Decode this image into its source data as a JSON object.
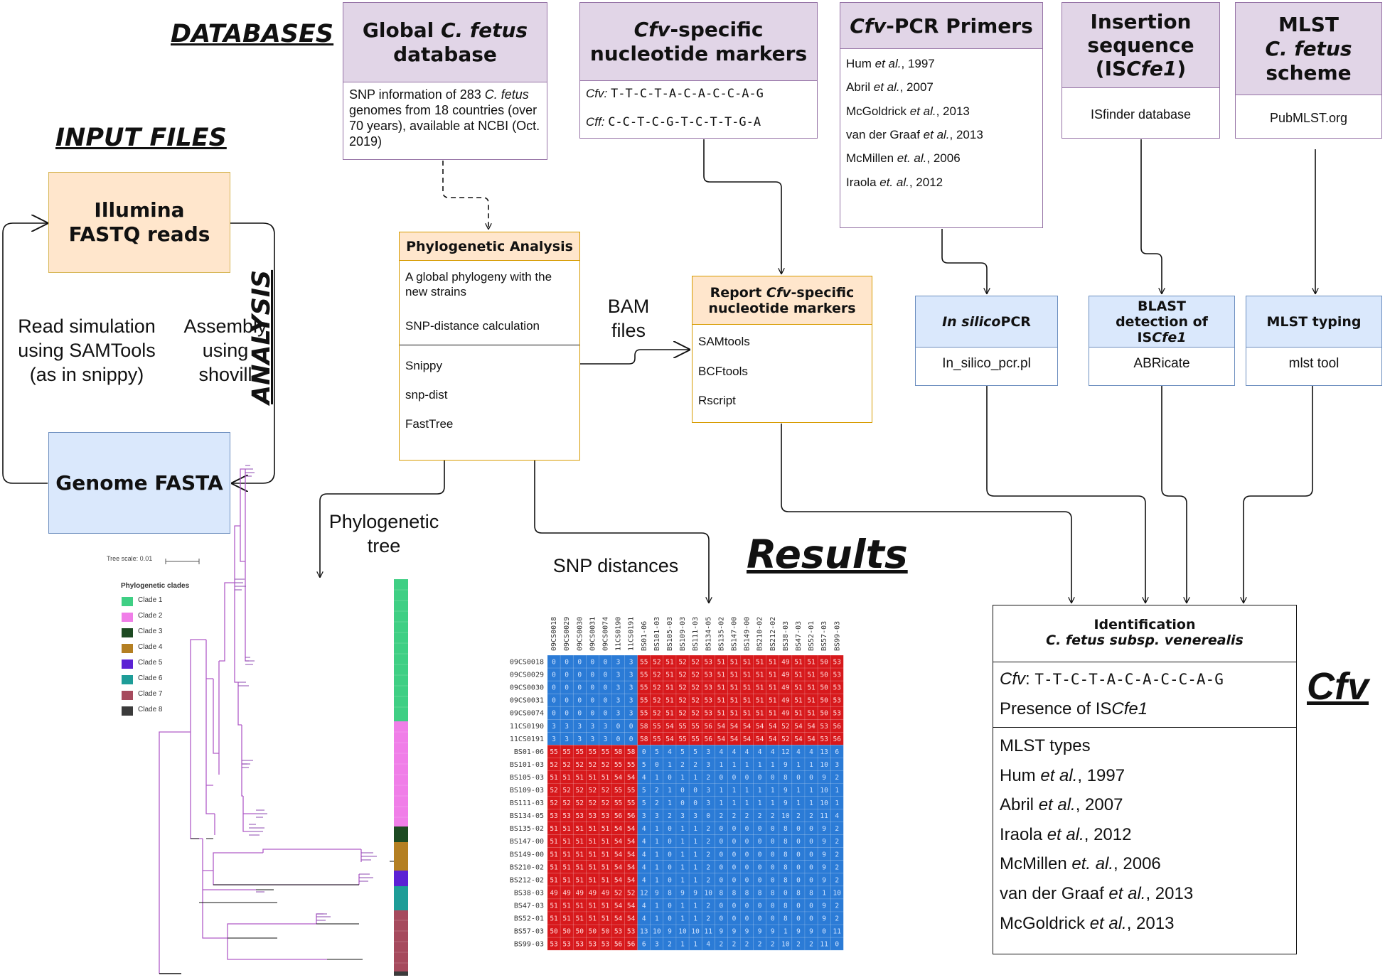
{
  "sections": {
    "databases": "DATABASES",
    "input_files": "INPUT FILES",
    "analysis": "ANALYSIS",
    "results": "Results",
    "cfv": "Cfv"
  },
  "databases": {
    "global": {
      "title": [
        "Global ",
        "C. fetus",
        " database"
      ],
      "body": [
        "SNP information of 283 ",
        "C. fetus",
        " genomes from 18 countries (over 70 years), available at NCBI (Oct. 2019)"
      ]
    },
    "markers": {
      "title": [
        "Cfv",
        "-specific nucleotide markers"
      ],
      "cfv_label": "Cfv:",
      "cfv_seq": "T-T-C-T-A-C-A-C-C-A-G",
      "cff_label": "Cff:",
      "cff_seq": "C-C-T-C-G-T-C-T-T-G-A"
    },
    "primers": {
      "title": [
        "Cfv",
        "-PCR Primers"
      ],
      "refs": [
        {
          "a": "Hum ",
          "i": "et al.",
          "b": ", 1997"
        },
        {
          "a": "Abril ",
          "i": "et al.",
          "b": ", 2007"
        },
        {
          "a": "McGoldrick ",
          "i": "et al.",
          "b": ", 2013"
        },
        {
          "a": "van der Graaf ",
          "i": "et al.",
          "b": ", 2013"
        },
        {
          "a": "McMillen ",
          "i": "et. al.",
          "b": ", 2006"
        },
        {
          "a": "Iraola ",
          "i": "et. al.",
          "b": ", 2012"
        }
      ]
    },
    "insertion": {
      "title": [
        "Insertion",
        "sequence",
        "(IS",
        "Cfe1",
        ")"
      ],
      "body": "ISfinder database"
    },
    "mlst": {
      "title": [
        "MLST",
        "C. fetus",
        "scheme"
      ],
      "body": "PubMLST.org"
    }
  },
  "input": {
    "fastq": "Illumina FASTQ reads",
    "fasta": "Genome FASTA",
    "left_label": "Read simulation using SAMTools (as in snippy)",
    "right_label": "Assembly using shovill"
  },
  "analysis": {
    "phylo": {
      "title": "Phylogenetic Analysis",
      "desc1": "A global phylogeny with the new strains",
      "desc2": "SNP-distance calculation",
      "tools": [
        "Snippy",
        "snp-dist",
        "FastTree"
      ]
    },
    "report": {
      "title": [
        "Report ",
        "Cfv",
        "-specific nucleotide markers"
      ],
      "tools": [
        "SAMtools",
        "BCFtools",
        "Rscript"
      ]
    },
    "pcr": {
      "title": [
        "In silico",
        " PCR"
      ],
      "tool": "In_silico_pcr.pl"
    },
    "blast": {
      "title": [
        "BLAST detection of IS",
        "Cfe1"
      ],
      "tool": "ABRicate"
    },
    "mlst_typing": {
      "title": "MLST typing",
      "tool": "mlst tool"
    },
    "bam_label": "BAM files"
  },
  "results": {
    "phylo_tree_label": "Phylogenetic tree",
    "snp_label": "SNP distances",
    "tree_scale": "Tree scale: 0.01",
    "legend_title": "Phylogenetic clades",
    "clades": [
      {
        "name": "Clade 1",
        "color": "#3fcf84"
      },
      {
        "name": "Clade 2",
        "color": "#f07ee8"
      },
      {
        "name": "Clade 3",
        "color": "#1d4a22"
      },
      {
        "name": "Clade 4",
        "color": "#b47f22"
      },
      {
        "name": "Clade 5",
        "color": "#5b21d4"
      },
      {
        "name": "Clade 6",
        "color": "#1e9d98"
      },
      {
        "name": "Clade 7",
        "color": "#a64a5d"
      },
      {
        "name": "Clade 8",
        "color": "#3b3b3b"
      }
    ],
    "heatmap": {
      "labels": [
        "09CS0018",
        "09CS0029",
        "09CS0030",
        "09CS0031",
        "09CS0074",
        "11CS0190",
        "11CS0191",
        "BS01-06",
        "BS101-03",
        "BS105-03",
        "BS109-03",
        "BS111-03",
        "BS134-05",
        "BS135-02",
        "BS147-00",
        "BS149-00",
        "BS210-02",
        "BS212-02",
        "BS38-03",
        "BS47-03",
        "BS52-01",
        "BS57-03",
        "BS99-03"
      ],
      "rows": [
        [
          0,
          0,
          0,
          0,
          0,
          3,
          3,
          55,
          52,
          51,
          52,
          52,
          53,
          51,
          51,
          51,
          51,
          51,
          49,
          51,
          51,
          50,
          53
        ],
        [
          0,
          0,
          0,
          0,
          0,
          3,
          3,
          55,
          52,
          51,
          52,
          52,
          53,
          51,
          51,
          51,
          51,
          51,
          49,
          51,
          51,
          50,
          53
        ],
        [
          0,
          0,
          0,
          0,
          0,
          3,
          3,
          55,
          52,
          51,
          52,
          52,
          53,
          51,
          51,
          51,
          51,
          51,
          49,
          51,
          51,
          50,
          53
        ],
        [
          0,
          0,
          0,
          0,
          0,
          3,
          3,
          55,
          52,
          51,
          52,
          52,
          53,
          51,
          51,
          51,
          51,
          51,
          49,
          51,
          51,
          50,
          53
        ],
        [
          0,
          0,
          0,
          0,
          0,
          3,
          3,
          55,
          52,
          51,
          52,
          52,
          53,
          51,
          51,
          51,
          51,
          51,
          49,
          51,
          51,
          50,
          53
        ],
        [
          3,
          3,
          3,
          3,
          3,
          0,
          0,
          58,
          55,
          54,
          55,
          55,
          56,
          54,
          54,
          54,
          54,
          54,
          52,
          54,
          54,
          53,
          56
        ],
        [
          3,
          3,
          3,
          3,
          3,
          0,
          0,
          58,
          55,
          54,
          55,
          55,
          56,
          54,
          54,
          54,
          54,
          54,
          52,
          54,
          54,
          53,
          56
        ],
        [
          55,
          55,
          55,
          55,
          55,
          58,
          58,
          0,
          5,
          4,
          5,
          5,
          3,
          4,
          4,
          4,
          4,
          4,
          12,
          4,
          4,
          13,
          6
        ],
        [
          52,
          52,
          52,
          52,
          52,
          55,
          55,
          5,
          0,
          1,
          2,
          2,
          3,
          1,
          1,
          1,
          1,
          1,
          9,
          1,
          1,
          10,
          3
        ],
        [
          51,
          51,
          51,
          51,
          51,
          54,
          54,
          4,
          1,
          0,
          1,
          1,
          2,
          0,
          0,
          0,
          0,
          0,
          8,
          0,
          0,
          9,
          2
        ],
        [
          52,
          52,
          52,
          52,
          52,
          55,
          55,
          5,
          2,
          1,
          0,
          0,
          3,
          1,
          1,
          1,
          1,
          1,
          9,
          1,
          1,
          10,
          1
        ],
        [
          52,
          52,
          52,
          52,
          52,
          55,
          55,
          5,
          2,
          1,
          0,
          0,
          3,
          1,
          1,
          1,
          1,
          1,
          9,
          1,
          1,
          10,
          1
        ],
        [
          53,
          53,
          53,
          53,
          53,
          56,
          56,
          3,
          3,
          2,
          3,
          3,
          0,
          2,
          2,
          2,
          2,
          2,
          10,
          2,
          2,
          11,
          4
        ],
        [
          51,
          51,
          51,
          51,
          51,
          54,
          54,
          4,
          1,
          0,
          1,
          1,
          2,
          0,
          0,
          0,
          0,
          0,
          8,
          0,
          0,
          9,
          2
        ],
        [
          51,
          51,
          51,
          51,
          51,
          54,
          54,
          4,
          1,
          0,
          1,
          1,
          2,
          0,
          0,
          0,
          0,
          0,
          8,
          0,
          0,
          9,
          2
        ],
        [
          51,
          51,
          51,
          51,
          51,
          54,
          54,
          4,
          1,
          0,
          1,
          1,
          2,
          0,
          0,
          0,
          0,
          0,
          8,
          0,
          0,
          9,
          2
        ],
        [
          51,
          51,
          51,
          51,
          51,
          54,
          54,
          4,
          1,
          0,
          1,
          1,
          2,
          0,
          0,
          0,
          0,
          0,
          8,
          0,
          0,
          9,
          2
        ],
        [
          51,
          51,
          51,
          51,
          51,
          54,
          54,
          4,
          1,
          0,
          1,
          1,
          2,
          0,
          0,
          0,
          0,
          0,
          8,
          0,
          0,
          9,
          2
        ],
        [
          49,
          49,
          49,
          49,
          49,
          52,
          52,
          12,
          9,
          8,
          9,
          9,
          10,
          8,
          8,
          8,
          8,
          8,
          0,
          8,
          8,
          1,
          10
        ],
        [
          51,
          51,
          51,
          51,
          51,
          54,
          54,
          4,
          1,
          0,
          1,
          1,
          2,
          0,
          0,
          0,
          0,
          0,
          8,
          0,
          0,
          9,
          2
        ],
        [
          51,
          51,
          51,
          51,
          51,
          54,
          54,
          4,
          1,
          0,
          1,
          1,
          2,
          0,
          0,
          0,
          0,
          0,
          8,
          0,
          0,
          9,
          2
        ],
        [
          50,
          50,
          50,
          50,
          50,
          53,
          53,
          13,
          10,
          9,
          10,
          10,
          11,
          9,
          9,
          9,
          9,
          9,
          1,
          9,
          9,
          0,
          11
        ],
        [
          53,
          53,
          53,
          53,
          53,
          56,
          56,
          6,
          3,
          2,
          1,
          1,
          4,
          2,
          2,
          2,
          2,
          2,
          10,
          2,
          2,
          11,
          0
        ]
      ]
    }
  },
  "identification": {
    "title": "Identification",
    "subtitle": [
      "C. fetus subsp. ",
      "venerealis"
    ],
    "cfv_label": "Cfv",
    "cfv_seq": "T-T-C-T-A-C-A-C-C-A-G",
    "presence": [
      "Presence of IS",
      "Cfe1"
    ],
    "refs": [
      {
        "a": "MLST types",
        "i": "",
        "b": ""
      },
      {
        "a": "Hum ",
        "i": "et al.",
        "b": ", 1997"
      },
      {
        "a": "Abril ",
        "i": "et al.",
        "b": ", 2007"
      },
      {
        "a": "Iraola ",
        "i": "et al.",
        "b": ", 2012"
      },
      {
        "a": "McMillen ",
        "i": "et. al.",
        "b": ", 2006"
      },
      {
        "a": "van der Graaf ",
        "i": "et al.",
        "b": ", 2013"
      },
      {
        "a": "McGoldrick ",
        "i": "et al.",
        "b": ", 2013"
      }
    ]
  },
  "colors": {
    "db_header": "#e1d5e7",
    "db_border": "#9673a6",
    "input_fastq": "#ffe6cc",
    "input_fastq_border": "#d6b656",
    "input_fasta": "#dae8fc",
    "input_fasta_border": "#6c8ebf",
    "analysis_orange": "#ffe6cc",
    "analysis_orange_border": "#d79b00",
    "analysis_blue": "#dae8fc",
    "analysis_blue_border": "#6c8ebf",
    "heat_red": "#d7191c",
    "heat_blue": "#2b7bd6",
    "tree_purple": "#b05cc8"
  }
}
